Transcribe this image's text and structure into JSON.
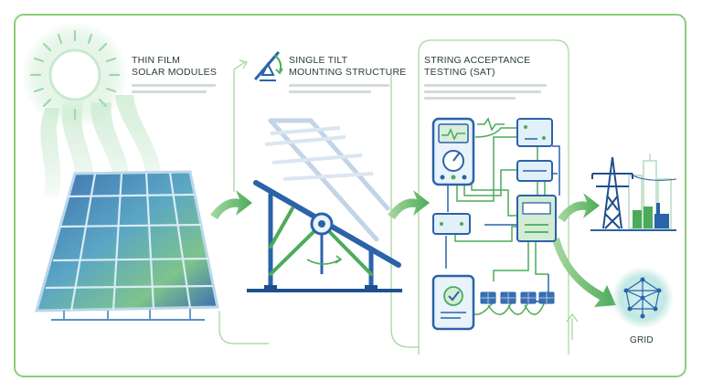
{
  "colors": {
    "frame": "#8ccc7c",
    "primary": "#2a63a8",
    "accent": "#4cab59",
    "text": "#2a3a3e"
  },
  "labels": {
    "modules": [
      "THIN FILM",
      "SOLAR MODULES"
    ],
    "structure": [
      "SINGLE TILT",
      "MOUNTING STRUCTURE"
    ],
    "testing": [
      "STRING ACCEPTANCE",
      "TESTING (SAT)"
    ],
    "grid": "GRID"
  },
  "icons": [
    "sun-icon",
    "solar-panel-icon",
    "tilt-icon",
    "mounting-structure-icon",
    "multimeter-icon",
    "junction-box-icon",
    "inverter-icon",
    "tablet-check-icon",
    "transmission-tower-icon",
    "city-icon",
    "grid-network-icon",
    "flow-arrow-icon"
  ]
}
